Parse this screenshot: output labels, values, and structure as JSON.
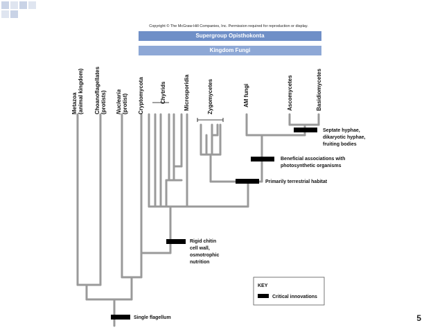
{
  "header": {
    "copyright": "Copyright © The McGraw-Hill Companies, Inc. Permission required for reproduction or display.",
    "supergroup_label": "Supergroup Opisthokonta",
    "kingdom_label": "Kingdom Fungi"
  },
  "taxa": [
    {
      "line1": "Metazoa",
      "line2": "(animal kingdom)",
      "italic": false
    },
    {
      "line1": "Choanoflagellates",
      "line2": "(protists)",
      "italic": false
    },
    {
      "line1": "Nuclearia",
      "line2": "(protist)",
      "italic": true
    },
    {
      "line1": "Cryptomycota",
      "line2": "",
      "italic": false
    },
    {
      "line1": "Chytrids",
      "line2": "",
      "italic": false
    },
    {
      "line1": "Microsporidia",
      "line2": "",
      "italic": false
    },
    {
      "line1": "Zygomycetes",
      "line2": "",
      "italic": false
    },
    {
      "line1": "AM fungi",
      "line2": "",
      "italic": false
    },
    {
      "line1": "Ascomycetes",
      "line2": "",
      "italic": false
    },
    {
      "line1": "Basidiomycetes",
      "line2": "",
      "italic": false
    }
  ],
  "innovations": [
    {
      "lines": [
        "Septate hyphae,",
        "dikaryotic hyphae,",
        "fruiting bodies"
      ]
    },
    {
      "lines": [
        "Beneficial associations with",
        "photosynthetic organisms"
      ]
    },
    {
      "lines": [
        "Primarily terrestrial habitat"
      ]
    },
    {
      "lines": [
        "Rigid chitin",
        "cell wall,",
        "osmotrophic",
        "nutrition"
      ]
    },
    {
      "lines": [
        "Single flagellum"
      ]
    }
  ],
  "key": {
    "title": "KEY",
    "item_label": "Critical innovations"
  },
  "page_number": "5",
  "colors": {
    "branch": "#9a9a9a",
    "marker": "#000000",
    "supergroup_bar": "#6f8fc7",
    "kingdom_bar": "#8ea8d6",
    "deco_squares": "#c9d3e6"
  }
}
